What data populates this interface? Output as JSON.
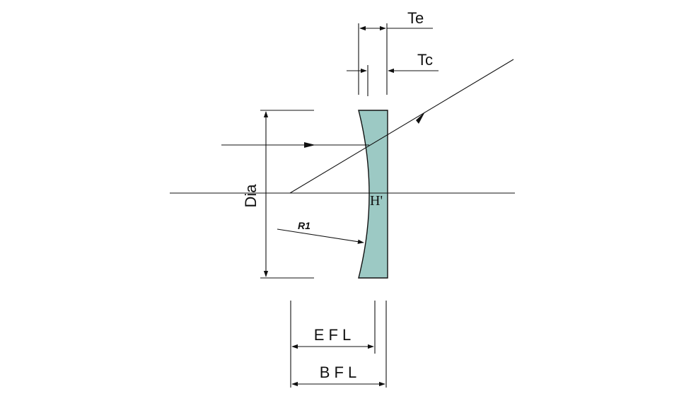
{
  "diagram": {
    "labels": {
      "te": "Te",
      "tc": "Tc",
      "dia": "Dia",
      "r1": "R1",
      "h_prime": "H'",
      "efl": "E F L",
      "bfl": "B F L"
    },
    "colors": {
      "lens_fill": "#9cc9c4",
      "line": "#111111"
    }
  }
}
